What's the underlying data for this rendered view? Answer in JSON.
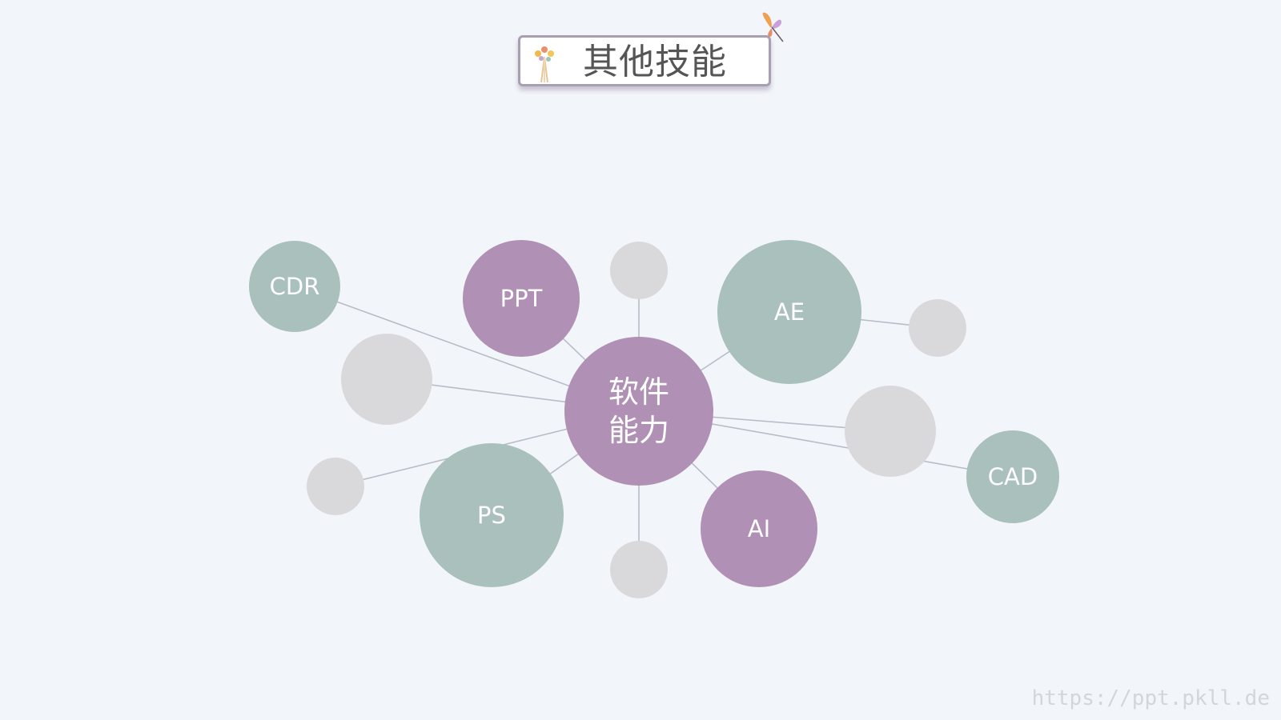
{
  "title": "其他技能",
  "center": {
    "line1": "软件",
    "line2": "能力"
  },
  "nodes": [
    {
      "id": "cdr",
      "label": "CDR"
    },
    {
      "id": "ppt",
      "label": "PPT"
    },
    {
      "id": "ae",
      "label": "AE"
    },
    {
      "id": "ps",
      "label": "PS"
    },
    {
      "id": "ai",
      "label": "AI"
    },
    {
      "id": "cad",
      "label": "CAD"
    }
  ],
  "watermark": "https://ppt.pkll.de",
  "colors": {
    "background": "#f2f6fa",
    "purple": "#b090b4",
    "green": "#a9c0bc",
    "gray": "#d9d9dc",
    "line": "#b8bcc8"
  },
  "icons": [
    "flower-icon",
    "butterfly-icon"
  ]
}
